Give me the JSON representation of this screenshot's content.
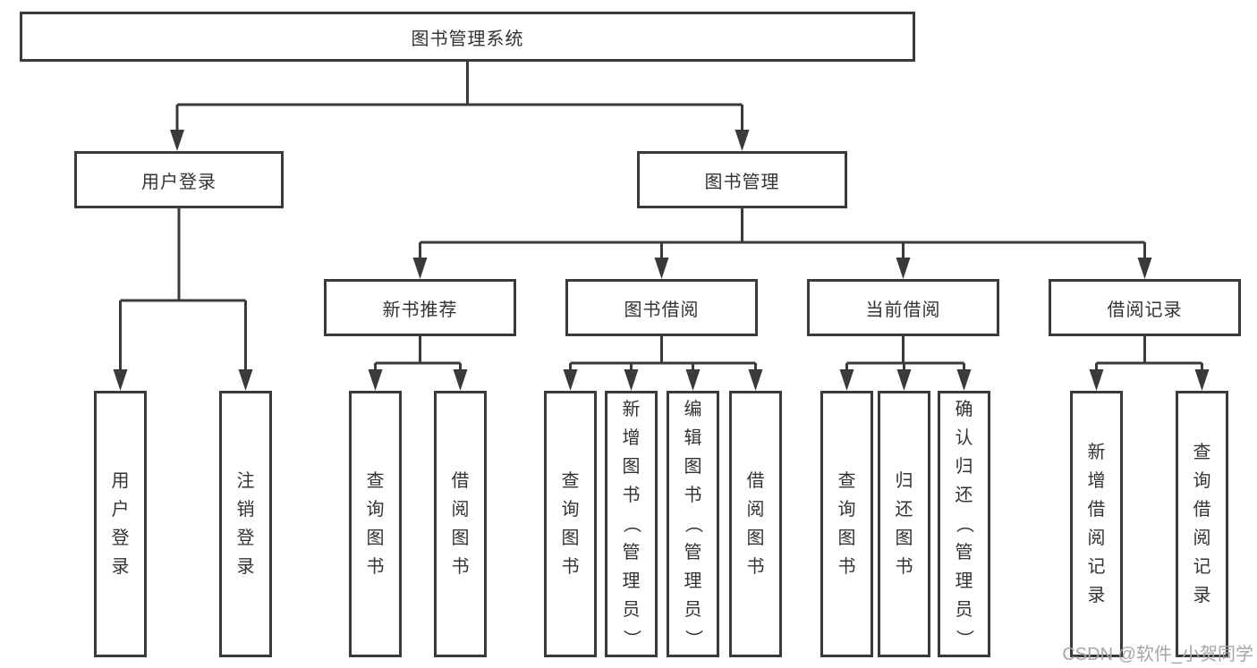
{
  "root": {
    "label": "图书管理系统"
  },
  "branches": {
    "user_login": {
      "label": "用户登录",
      "children": [
        "用户登录",
        "注销登录"
      ]
    },
    "book_management": {
      "label": "图书管理"
    }
  },
  "modules": [
    {
      "label": "新书推荐",
      "children": [
        "查询图书",
        "借阅图书"
      ]
    },
    {
      "label": "图书借阅",
      "children": [
        "查询图书",
        "新增图书（管理员）",
        "编辑图书（管理员）",
        "借阅图书"
      ]
    },
    {
      "label": "当前借阅",
      "children": [
        "查询图书",
        "归还图书",
        "确认归还（管理员）"
      ]
    },
    {
      "label": "借阅记录",
      "children": [
        "新增借阅记录",
        "查询借阅记录"
      ]
    }
  ],
  "watermark": "CSDN @软件_小贺同学",
  "colors": {
    "line": "#3a3a3a",
    "text": "#333333",
    "watermark": "#a6a6a6",
    "background": "#ffffff"
  }
}
